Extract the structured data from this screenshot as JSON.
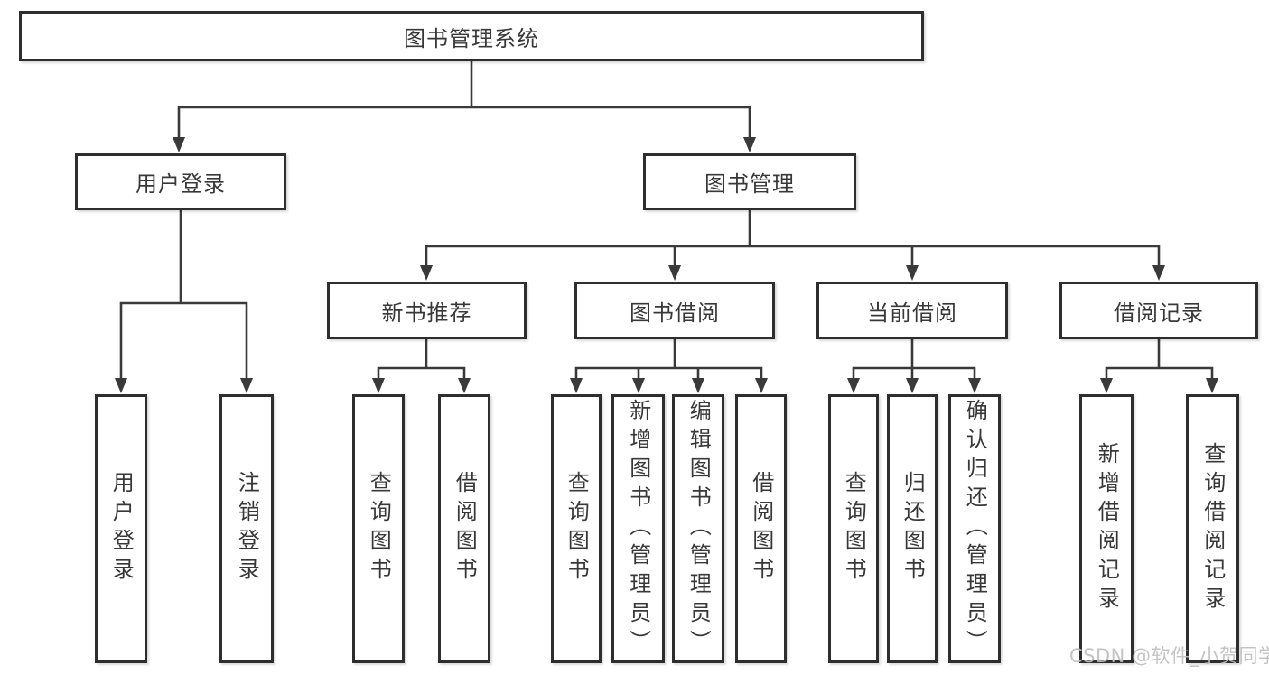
{
  "tree": {
    "root": {
      "label": "图书管理系统"
    },
    "branches": [
      {
        "label": "用户登录",
        "children": [
          {
            "label": "用户登录"
          },
          {
            "label": "注销登录"
          }
        ]
      },
      {
        "label": "图书管理",
        "children": [
          {
            "label": "新书推荐",
            "children": [
              {
                "label": "查询图书"
              },
              {
                "label": "借阅图书"
              }
            ]
          },
          {
            "label": "图书借阅",
            "children": [
              {
                "label": "查询图书"
              },
              {
                "label": "新增图书（管理员）"
              },
              {
                "label": "编辑图书（管理员）"
              },
              {
                "label": "借阅图书"
              }
            ]
          },
          {
            "label": "当前借阅",
            "children": [
              {
                "label": "查询图书"
              },
              {
                "label": "归还图书"
              },
              {
                "label": "确认归还（管理员）"
              }
            ]
          },
          {
            "label": "借阅记录",
            "children": [
              {
                "label": "新增借阅记录"
              },
              {
                "label": "查询借阅记录"
              }
            ]
          }
        ]
      }
    ]
  },
  "watermark": {
    "text": "CSDN @软件_小贺同学"
  },
  "colors": {
    "line": "#3a3a3a",
    "box_border": "#2e2e2e",
    "box_fill": "#ffffff",
    "text": "#383838",
    "watermark": "#bfbfbf",
    "background": "#ffffff"
  }
}
